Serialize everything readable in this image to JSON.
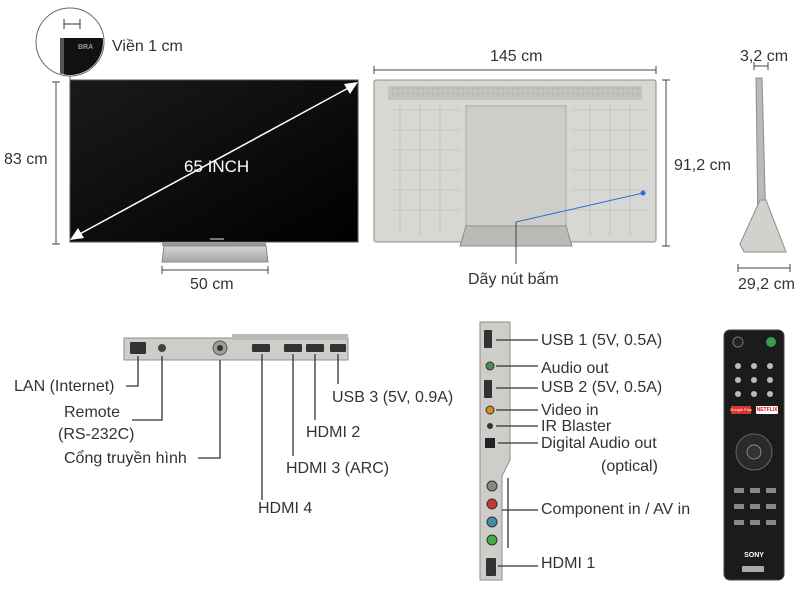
{
  "dimensions": {
    "bezel": "Viền 1 cm",
    "width": "145 cm",
    "height_with_stand": "83 cm",
    "screen_size": "65 INCH",
    "stand_width": "50 cm",
    "height": "91,2 cm",
    "depth": "3,2 cm",
    "stand_depth": "29,2 cm",
    "button_strip": "Dãy nút bấm"
  },
  "rear_ports": {
    "lan": "LAN (Internet)",
    "remote_line1": "Remote",
    "remote_line2": "(RS-232C)",
    "antenna": "Cổng truyền hình",
    "hdmi4": "HDMI 4",
    "hdmi3": "HDMI 3 (ARC)",
    "hdmi2": "HDMI 2",
    "usb3": "USB 3 (5V, 0.9A)"
  },
  "side_ports": {
    "usb1": "USB 1 (5V, 0.5A)",
    "audio_out": "Audio out",
    "usb2": "USB 2 (5V, 0.5A)",
    "video_in": "Video in",
    "ir_blaster": "IR Blaster",
    "digital_audio_line1": "Digital Audio out",
    "digital_audio_line2": "(optical)",
    "component": "Component in / AV in",
    "hdmi1": "HDMI 1"
  },
  "logos": {
    "bezel_brand": "BRA",
    "sony": "SONY",
    "netflix": "NETFLIX",
    "google_play": "Google Play"
  },
  "colors": {
    "screen": "#0a0a0a",
    "silver": "#c9c7c3",
    "line": "#444444",
    "netflix": "#e50914"
  }
}
